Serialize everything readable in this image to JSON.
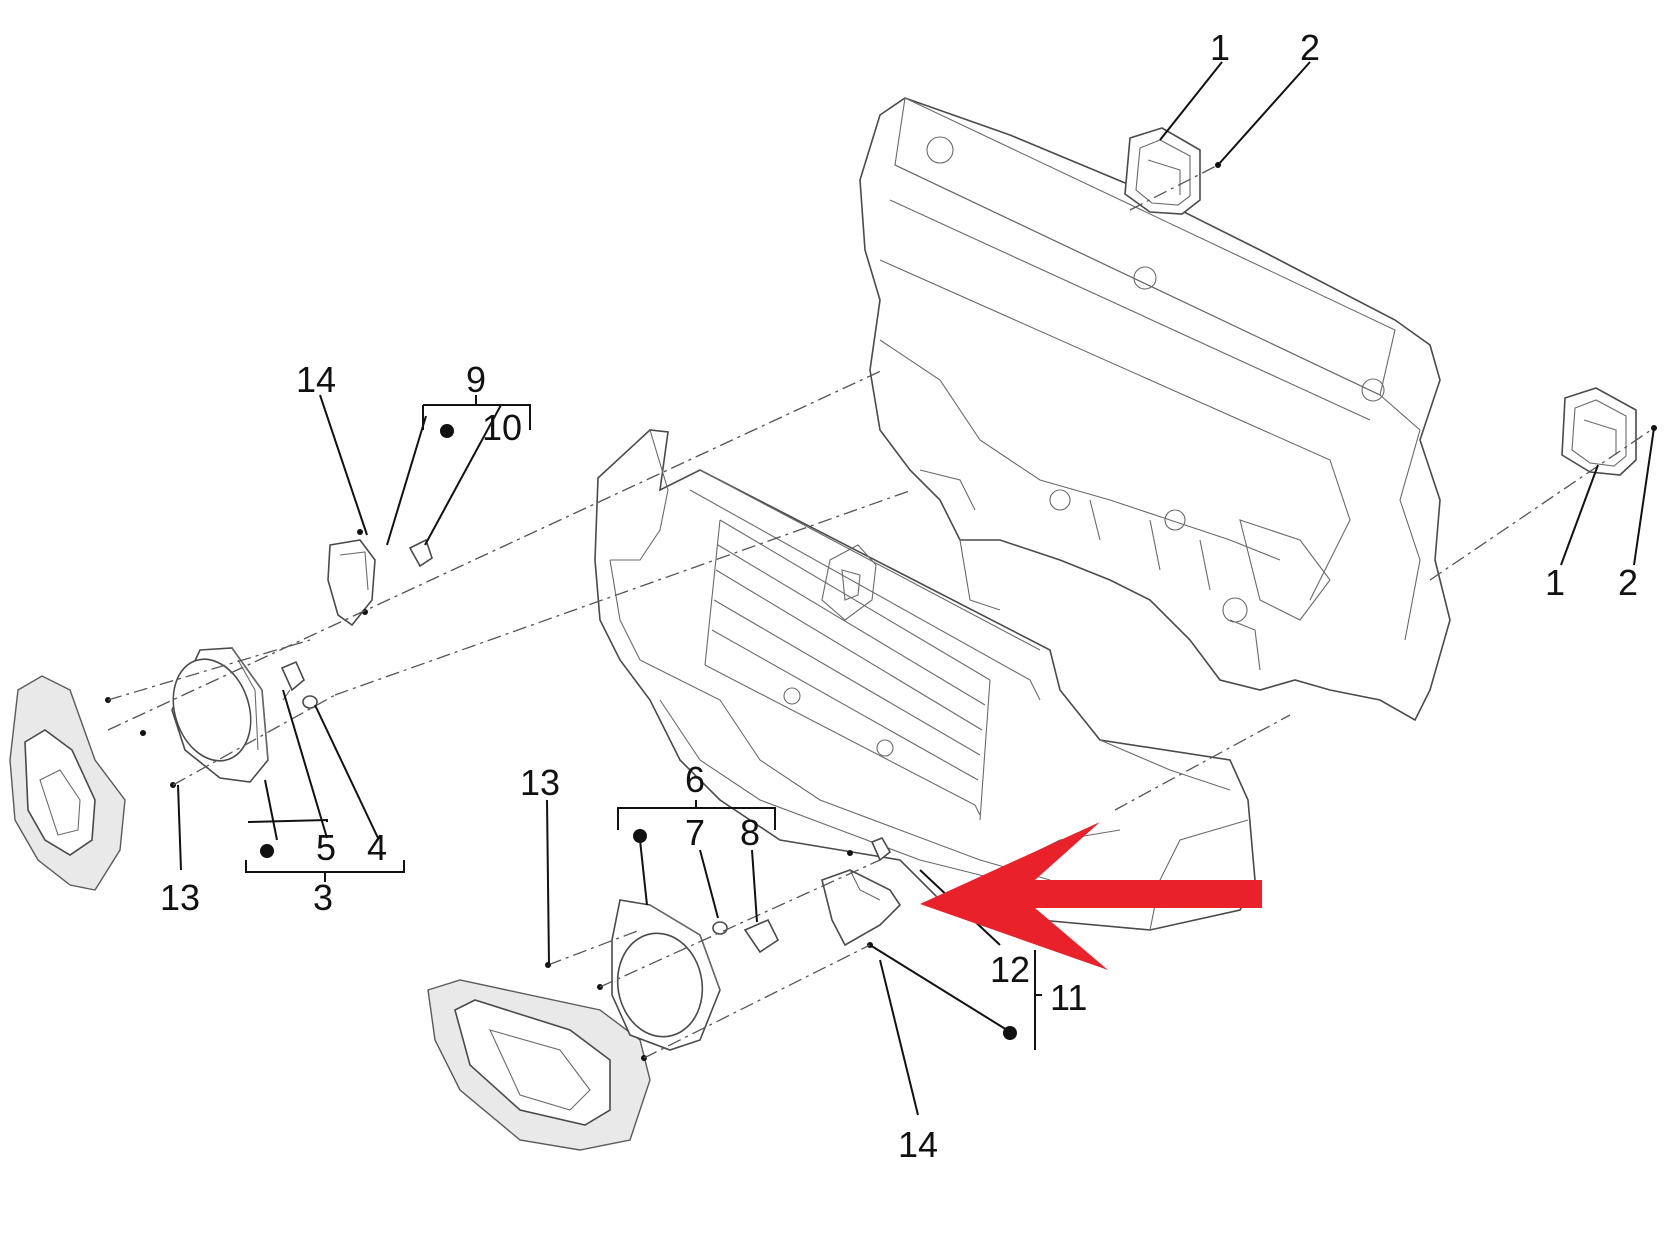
{
  "callouts": {
    "c1_top": "1",
    "c2_top": "2",
    "c1_right": "1",
    "c2_right": "2",
    "c14_left": "14",
    "c9": "9",
    "c10": "10",
    "c5": "5",
    "c4": "4",
    "c13_left": "13",
    "c3": "3",
    "c13_bottom": "13",
    "c6": "6",
    "c7": "7",
    "c8": "8",
    "c12": "12",
    "c11": "11",
    "c14_bottom": "14"
  },
  "colors": {
    "arrow": "#e8212a",
    "ink": "#111111"
  },
  "icons": {
    "arrow": "red-arrow-pointing-left"
  }
}
